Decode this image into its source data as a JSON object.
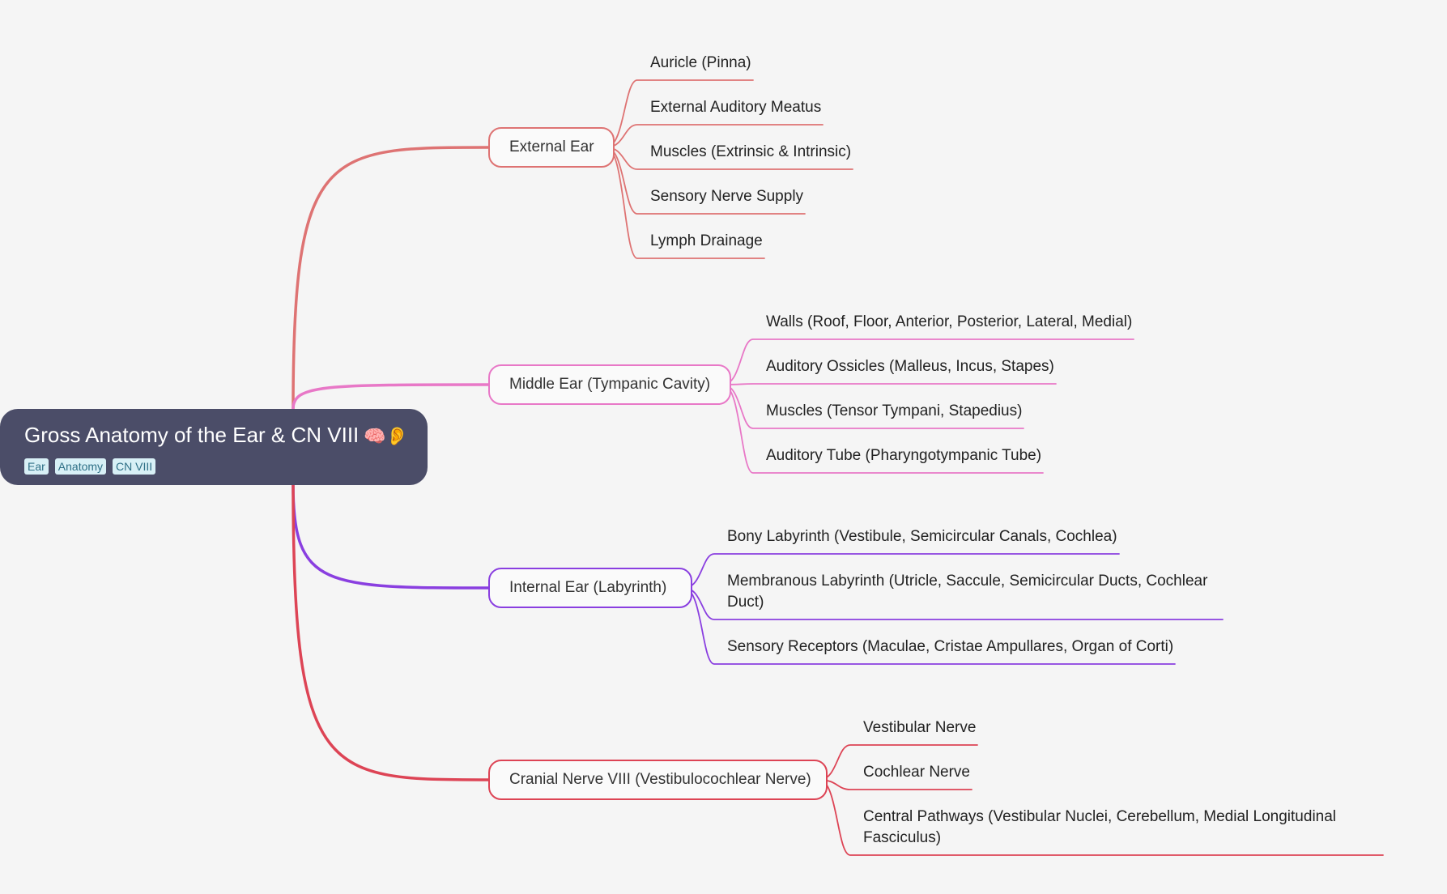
{
  "root": {
    "title": "Gross Anatomy of the Ear & CN VIII",
    "emoji": "🧠👂",
    "tags": [
      "Ear",
      "Anatomy",
      "CN VIII"
    ]
  },
  "branches": [
    {
      "label": "External Ear",
      "color": "#de7373",
      "children": [
        "Auricle (Pinna)",
        "External Auditory Meatus",
        "Muscles (Extrinsic & Intrinsic)",
        "Sensory Nerve Supply",
        "Lymph Drainage"
      ]
    },
    {
      "label": "Middle Ear (Tympanic Cavity)",
      "color": "#e878c7",
      "children": [
        "Walls (Roof, Floor, Anterior, Posterior, Lateral, Medial)",
        "Auditory Ossicles (Malleus, Incus, Stapes)",
        "Muscles (Tensor Tympani, Stapedius)",
        "Auditory Tube (Pharyngotympanic Tube)"
      ]
    },
    {
      "label": "Internal Ear (Labyrinth)",
      "color": "#8a3fe0",
      "children": [
        "Bony Labyrinth (Vestibule, Semicircular Canals, Cochlea)",
        "Membranous Labyrinth (Utricle, Saccule, Semicircular Ducts, Cochlear Duct)",
        "Sensory Receptors (Maculae, Cristae Ampullares, Organ of Corti)"
      ]
    },
    {
      "label": "Cranial Nerve VIII (Vestibulocochlear Nerve)",
      "color": "#dd4455",
      "children": [
        "Vestibular Nerve",
        "Cochlear Nerve",
        "Central Pathways (Vestibular Nuclei, Cerebellum, Medial Longitudinal Fasciculus)"
      ]
    }
  ]
}
